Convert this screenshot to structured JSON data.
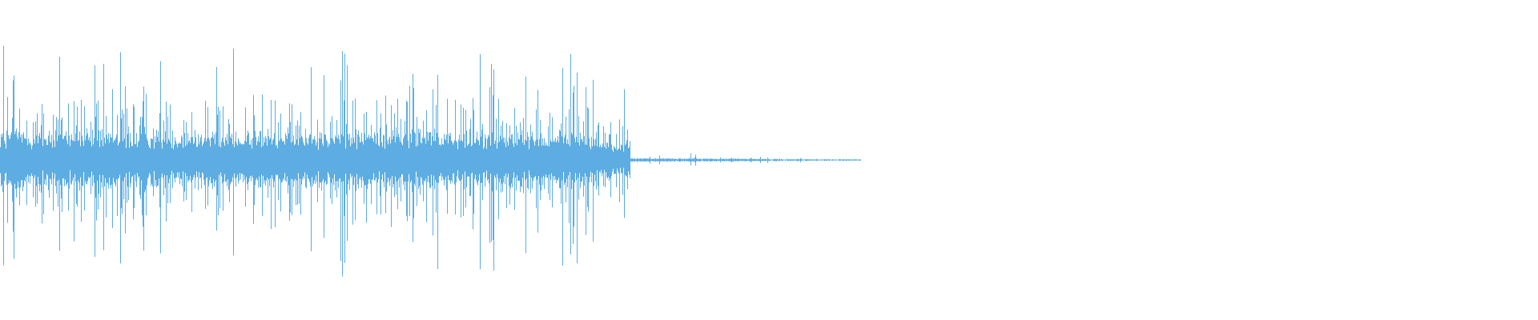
{
  "waveform": {
    "color": "#5DADE2",
    "background": "#ffffff",
    "active_fraction": 0.41,
    "tail_fraction": 0.56,
    "peak_amplitude": 0.8
  }
}
